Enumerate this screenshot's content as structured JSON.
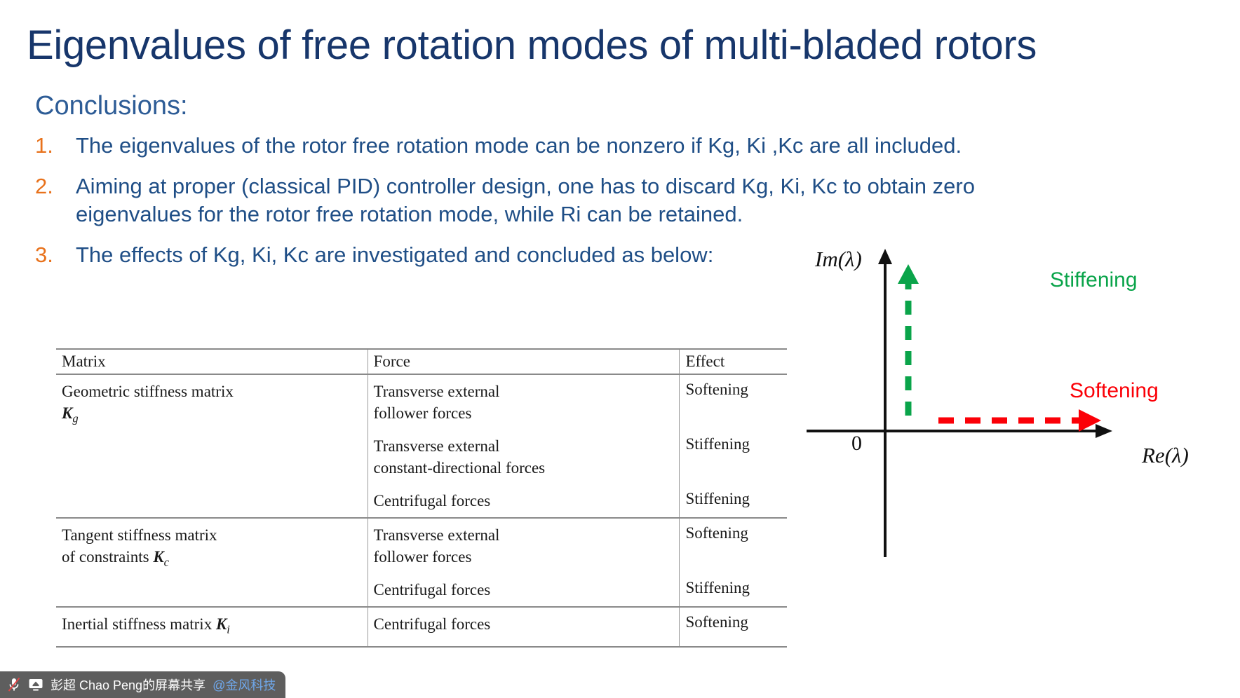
{
  "slide": {
    "title": "Eigenvalues of free rotation modes of multi-bladed rotors",
    "heading": "Conclusions:",
    "items": [
      {
        "number": "1.",
        "text": "The eigenvalues of the rotor free rotation mode can be nonzero if Kg, Ki ,Kc are all included."
      },
      {
        "number": "2.",
        "text": "Aiming at proper (classical PID) controller design, one has to discard Kg, Ki, Kc to obtain zero eigenvalues for the rotor free rotation mode, while Ri can be retained."
      },
      {
        "number": "3.",
        "text": "The effects of Kg, Ki, Kc are investigated and concluded as below:"
      }
    ]
  },
  "table": {
    "headers": [
      "Matrix",
      "Force",
      "Effect"
    ],
    "groups": [
      {
        "matrix_name": "Geometric stiffness matrix",
        "matrix_symbol": "K",
        "matrix_subscript": "g",
        "rows": [
          {
            "force_lines": [
              "Transverse external",
              "follower forces"
            ],
            "effect": "Softening"
          },
          {
            "force_lines": [
              "Transverse external",
              "constant-directional forces"
            ],
            "effect": "Stiffening"
          },
          {
            "force_lines": [
              "Centrifugal forces"
            ],
            "effect": "Stiffening"
          }
        ]
      },
      {
        "matrix_name": "Tangent stiffness matrix of constraints",
        "matrix_symbol": "K",
        "matrix_subscript": "c",
        "rows": [
          {
            "force_lines": [
              "Transverse external",
              "follower forces"
            ],
            "effect": "Softening"
          },
          {
            "force_lines": [
              "Centrifugal forces"
            ],
            "effect": "Stiffening"
          }
        ]
      },
      {
        "matrix_name": "Inertial stiffness matrix",
        "matrix_symbol": "K",
        "matrix_subscript": "i",
        "rows": [
          {
            "force_lines": [
              "Centrifugal forces"
            ],
            "effect": "Softening"
          }
        ]
      }
    ]
  },
  "diagram": {
    "im_axis_label": "Im(λ)",
    "re_axis_label": "Re(λ)",
    "origin_label": "0",
    "stiffening_label": "Stiffening",
    "softening_label": "Softening",
    "stiffening_color": "#0aa44a",
    "softening_color": "#fb0007",
    "axis_color": "#111111"
  },
  "share_bar": {
    "mic_icon": "microphone-muted-icon",
    "screen_icon": "screen-share-icon",
    "owner_text": "彭超 Chao Peng的屏幕共享",
    "org_text": "@金风科技",
    "background": "#5e5e5e"
  }
}
